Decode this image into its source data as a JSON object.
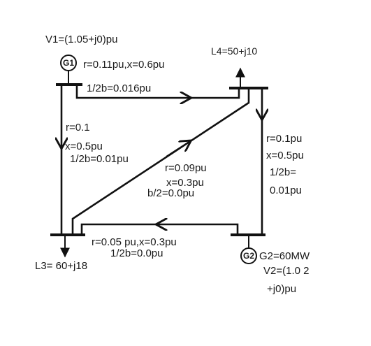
{
  "gen1": {
    "symbol": "G1",
    "voltage": "V1=(1.05+j0)pu"
  },
  "gen2": {
    "symbol": "G2",
    "power": "G2=60MW",
    "voltage_line1": "V2=(1.0 2",
    "voltage_line2": "+j0)pu"
  },
  "load4": {
    "label": "L4=50+j10"
  },
  "load3": {
    "label": "L3= 60+j18"
  },
  "line_1_4": {
    "rx": "r=0.11pu,x=0.6pu",
    "b": "1/2b=0.016pu"
  },
  "line_1_3": {
    "r": "r=0.1",
    "x": "x=0.5pu",
    "b": "1/2b=0.01pu"
  },
  "line_3_4": {
    "r": "r=0.09pu",
    "x": "x=0.3pu",
    "b": "b/2=0.0pu"
  },
  "line_4_2": {
    "r": "r=0.1pu",
    "x": "x=0.5pu",
    "b1": "1/2b=",
    "b2": "0.01pu"
  },
  "line_2_3": {
    "rx": "r=0.05 pu,x=0.3pu",
    "b": "1/2b=0.0pu"
  }
}
